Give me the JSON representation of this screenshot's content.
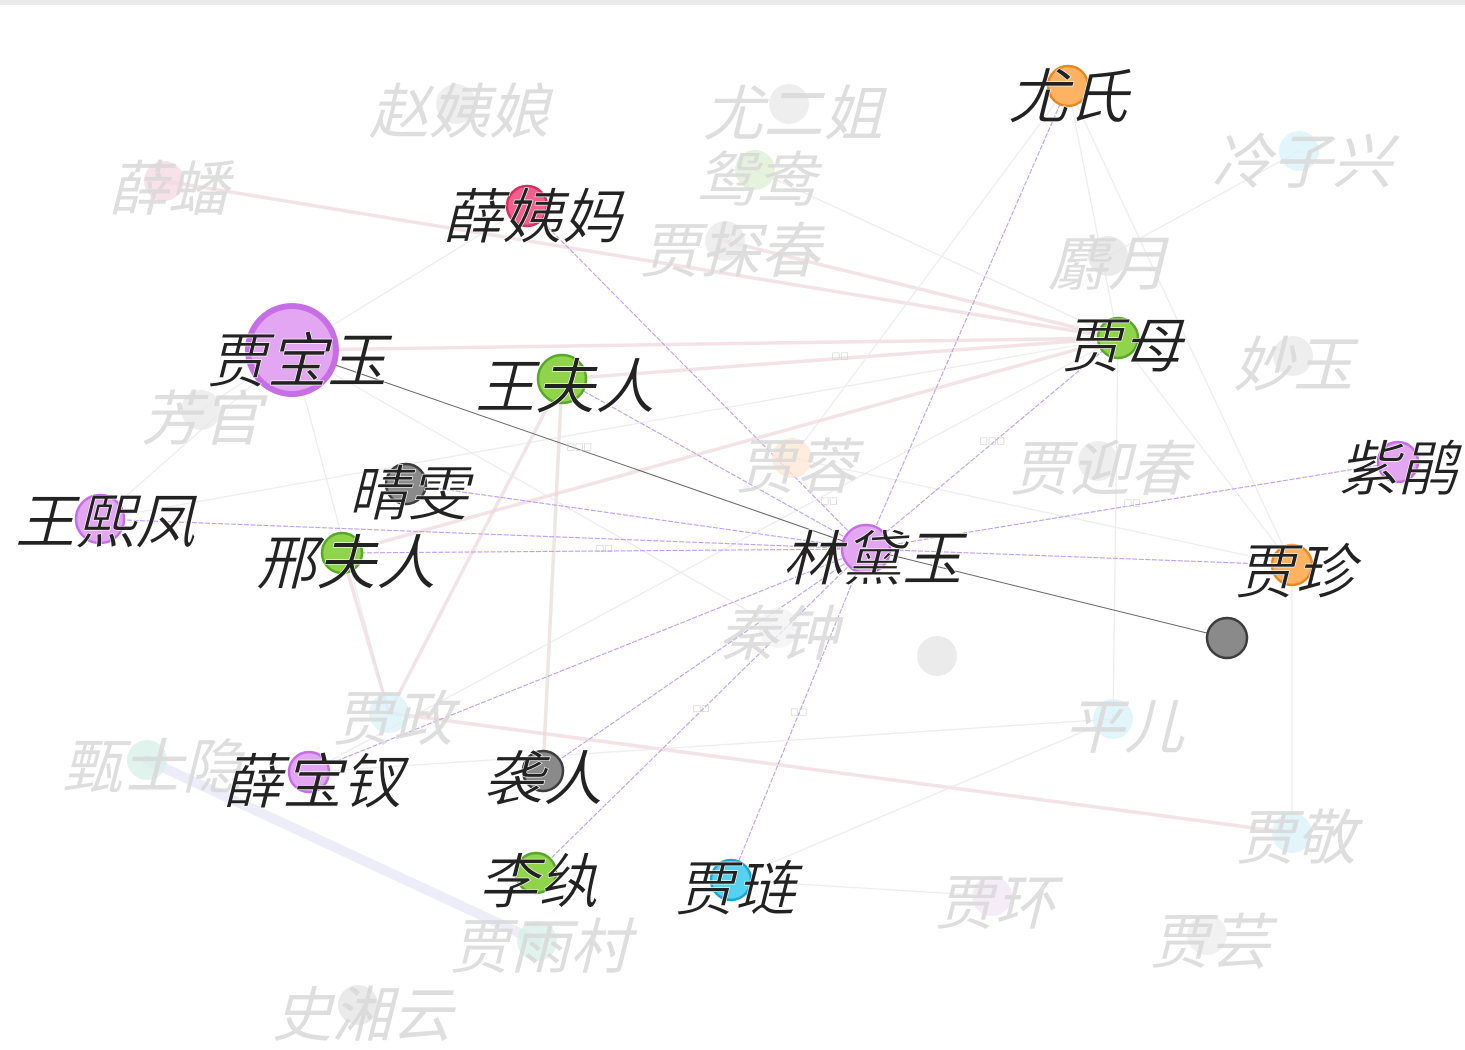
{
  "colors": {
    "purple": "#e3a6f2",
    "purple_stroke": "#c76ee6",
    "green": "#8fd44a",
    "green_stroke": "#5aa82a",
    "orange": "#ffb261",
    "orange_stroke": "#e58a1f",
    "pink": "#f25f8a",
    "pink_stroke": "#cf3163",
    "gray": "#8a8a8a",
    "gray_stroke": "#3d3d3d",
    "blue": "#55d1f2",
    "blue_stroke": "#1fa4d0",
    "focus_edge": "#b48ef0",
    "black_edge": "#555555"
  },
  "focus_node": "林黛玉",
  "nodes": [
    {
      "id": "林黛玉",
      "label": "林黛玉",
      "color": "purple",
      "size": "medium",
      "active": true
    },
    {
      "id": "贾宝玉",
      "label": "贾宝玉",
      "color": "purple",
      "size": "large",
      "active": true
    },
    {
      "id": "王熙凤",
      "label": "王熙凤",
      "color": "purple",
      "size": "medium",
      "active": true
    },
    {
      "id": "薛宝钗",
      "label": "薛宝钗",
      "color": "purple",
      "size": "small",
      "active": true
    },
    {
      "id": "紫鹃",
      "label": "紫鹃",
      "color": "purple",
      "size": "small",
      "active": true
    },
    {
      "id": "王夫人",
      "label": "王夫人",
      "color": "green",
      "size": "medium",
      "active": true
    },
    {
      "id": "邢夫人",
      "label": "邢夫人",
      "color": "green",
      "size": "small",
      "active": true
    },
    {
      "id": "贾母",
      "label": "贾母",
      "color": "green",
      "size": "small",
      "active": true
    },
    {
      "id": "李纨",
      "label": "李纨",
      "color": "green",
      "size": "small",
      "active": true
    },
    {
      "id": "尤氏",
      "label": "尤氏",
      "color": "orange",
      "size": "small",
      "active": true
    },
    {
      "id": "贾珍",
      "label": "贾珍",
      "color": "orange",
      "size": "small",
      "active": true
    },
    {
      "id": "薛姨妈",
      "label": "薛姨妈",
      "color": "pink",
      "size": "small",
      "active": true
    },
    {
      "id": "晴雯",
      "label": "晴雯",
      "color": "gray",
      "size": "small",
      "active": true
    },
    {
      "id": "袭人",
      "label": "袭人",
      "color": "gray",
      "size": "small",
      "active": true
    },
    {
      "id": "unlabeled-gray",
      "label": "",
      "color": "gray",
      "size": "small",
      "active": true
    },
    {
      "id": "贾琏",
      "label": "贾琏",
      "color": "blue",
      "size": "small",
      "active": true
    },
    {
      "id": "赵姨娘",
      "label": "赵姨娘",
      "active": false
    },
    {
      "id": "尤二姐",
      "label": "尤二姐",
      "active": false
    },
    {
      "id": "鸳鸯",
      "label": "鸳鸯",
      "active": false
    },
    {
      "id": "薛蟠",
      "label": "薛蟠",
      "active": false
    },
    {
      "id": "贾探春",
      "label": "贾探春",
      "active": false
    },
    {
      "id": "冷子兴",
      "label": "冷子兴",
      "active": false
    },
    {
      "id": "麝月",
      "label": "麝月",
      "active": false
    },
    {
      "id": "妙玉",
      "label": "妙玉",
      "active": false
    },
    {
      "id": "芳官",
      "label": "芳官",
      "active": false
    },
    {
      "id": "贾蓉",
      "label": "贾蓉",
      "active": false
    },
    {
      "id": "贾迎春",
      "label": "贾迎春",
      "active": false
    },
    {
      "id": "秦钟",
      "label": "秦钟",
      "active": false
    },
    {
      "id": "unlabeled-faded",
      "label": "",
      "active": false
    },
    {
      "id": "贾政",
      "label": "贾政",
      "active": false
    },
    {
      "id": "平儿",
      "label": "平儿",
      "active": false
    },
    {
      "id": "甄士隐",
      "label": "甄士隐",
      "active": false
    },
    {
      "id": "贾敬",
      "label": "贾敬",
      "active": false
    },
    {
      "id": "贾环",
      "label": "贾环",
      "active": false
    },
    {
      "id": "贾芸",
      "label": "贾芸",
      "active": false
    },
    {
      "id": "贾雨村",
      "label": "贾雨村",
      "active": false
    },
    {
      "id": "史湘云",
      "label": "史湘云",
      "active": false
    }
  ],
  "focus_edges": [
    {
      "source": "林黛玉",
      "target": "贾宝玉",
      "style": "black"
    },
    {
      "source": "林黛玉",
      "target": "unlabeled-gray",
      "style": "black"
    },
    {
      "source": "林黛玉",
      "target": "尤氏",
      "style": "focus"
    },
    {
      "source": "林黛玉",
      "target": "薛姨妈",
      "style": "focus"
    },
    {
      "source": "林黛玉",
      "target": "王夫人",
      "style": "focus"
    },
    {
      "source": "林黛玉",
      "target": "贾母",
      "style": "focus"
    },
    {
      "source": "林黛玉",
      "target": "紫鹃",
      "style": "focus"
    },
    {
      "source": "林黛玉",
      "target": "贾珍",
      "style": "focus"
    },
    {
      "source": "林黛玉",
      "target": "晴雯",
      "style": "focus"
    },
    {
      "source": "林黛玉",
      "target": "王熙凤",
      "style": "focus"
    },
    {
      "source": "林黛玉",
      "target": "邢夫人",
      "style": "focus"
    },
    {
      "source": "林黛玉",
      "target": "薛宝钗",
      "style": "focus"
    },
    {
      "source": "林黛玉",
      "target": "袭人",
      "style": "focus"
    },
    {
      "source": "林黛玉",
      "target": "李纨",
      "style": "focus"
    },
    {
      "source": "林黛玉",
      "target": "贾琏",
      "style": "focus"
    }
  ],
  "background_edges": [
    {
      "source": "薛蟠",
      "target": "贾母",
      "tone": "pink"
    },
    {
      "source": "贾宝玉",
      "target": "贾母",
      "tone": "pink"
    },
    {
      "source": "王夫人",
      "target": "贾母",
      "tone": "pink"
    },
    {
      "source": "贾探春",
      "target": "贾母",
      "tone": "pink"
    },
    {
      "source": "王夫人",
      "target": "袭人",
      "tone": "brown"
    },
    {
      "source": "王夫人",
      "target": "贾政",
      "tone": "pink"
    },
    {
      "source": "贾政",
      "target": "贾敬",
      "tone": "pink"
    },
    {
      "source": "甄士隐",
      "target": "贾雨村",
      "tone": "blue"
    },
    {
      "source": "尤氏",
      "target": "贾珍",
      "tone": "gray"
    },
    {
      "source": "尤氏",
      "target": "贾母",
      "tone": "gray"
    },
    {
      "source": "尤氏",
      "target": "贾蓉",
      "tone": "gray"
    },
    {
      "source": "贾母",
      "target": "贾珍",
      "tone": "gray"
    },
    {
      "source": "贾母",
      "target": "平儿",
      "tone": "gray"
    },
    {
      "source": "贾母",
      "target": "邢夫人",
      "tone": "pink"
    },
    {
      "source": "冷子兴",
      "target": "麝月",
      "tone": "gray"
    },
    {
      "source": "贾宝玉",
      "target": "王熙凤",
      "tone": "gray"
    },
    {
      "source": "贾宝玉",
      "target": "芳官",
      "tone": "gray"
    },
    {
      "source": "贾宝玉",
      "target": "贾政",
      "tone": "gray"
    },
    {
      "source": "贾宝玉",
      "target": "薛姨妈",
      "tone": "gray"
    },
    {
      "source": "薛宝钗",
      "target": "贾母",
      "tone": "gray"
    },
    {
      "source": "薛宝钗",
      "target": "平儿",
      "tone": "gray"
    },
    {
      "source": "贾琏",
      "target": "平儿",
      "tone": "gray"
    },
    {
      "source": "贾琏",
      "target": "贾环",
      "tone": "gray"
    },
    {
      "source": "邢夫人",
      "target": "贾政",
      "tone": "pink"
    },
    {
      "source": "王熙凤",
      "target": "贾母",
      "tone": "gray"
    },
    {
      "source": "秦钟",
      "target": "贾宝玉",
      "tone": "gray"
    },
    {
      "source": "贾蓉",
      "target": "贾珍",
      "tone": "gray"
    },
    {
      "source": "鸳鸯",
      "target": "贾母",
      "tone": "gray"
    },
    {
      "source": "贾珍",
      "target": "贾敬",
      "tone": "gray"
    }
  ],
  "edge_labels": [
    {
      "text": "□□",
      "near": [
        "王夫人",
        "贾母"
      ]
    },
    {
      "text": "□□□",
      "near": [
        "贾宝玉",
        "林黛玉"
      ]
    },
    {
      "text": "□□",
      "near": [
        "林黛玉",
        "贾蓉"
      ]
    },
    {
      "text": "□□□",
      "near": [
        "林黛玉",
        "贾母"
      ]
    },
    {
      "text": "□□",
      "near": [
        "林黛玉",
        "紫鹃"
      ]
    },
    {
      "text": "□□",
      "near": [
        "林黛玉",
        "邢夫人"
      ]
    },
    {
      "text": "□□",
      "near": [
        "林黛玉",
        "李纨"
      ]
    },
    {
      "text": "□□",
      "near": [
        "林黛玉",
        "贾琏"
      ]
    }
  ]
}
